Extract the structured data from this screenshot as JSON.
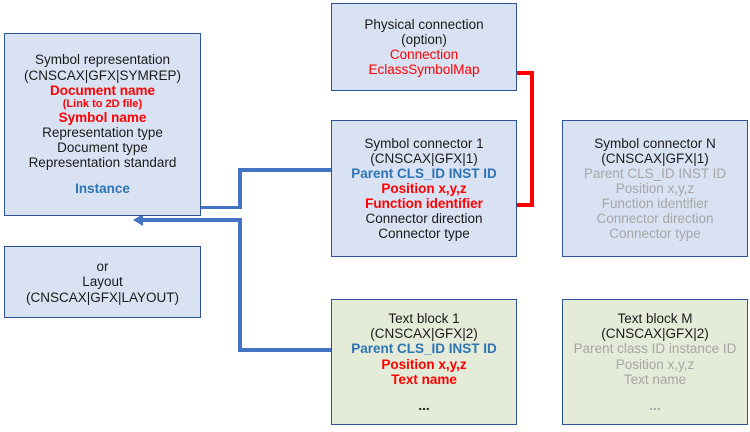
{
  "diagram": {
    "title": "Symbol representation structure diagram",
    "colors": {
      "box_blue_fill": "#D9E2F3",
      "box_green_fill": "#E4EBD8",
      "box_border": "#2E5395",
      "connector_blue": "#4472C4",
      "connector_red": "#FF0000",
      "text_black": "#1A1A1A",
      "text_red": "#FF0000",
      "text_blue": "#2E74B5",
      "text_gray": "#A6A6A6"
    }
  },
  "boxes": {
    "symbol_representation": {
      "name": "Symbol representation",
      "lines": [
        {
          "text": "Symbol representation",
          "color": "black",
          "size": "13"
        },
        {
          "text": "(CNSCAX|GFX|SYMREP)",
          "color": "black",
          "size": "13"
        },
        {
          "text": "Document name",
          "color": "red",
          "size": "13"
        },
        {
          "text": "(Link to 2D file)",
          "color": "red",
          "size": "11"
        },
        {
          "text": "Symbol name",
          "color": "red",
          "size": "13"
        },
        {
          "text": "Representation type",
          "color": "black",
          "size": "13"
        },
        {
          "text": "Document type",
          "color": "black",
          "size": "13"
        },
        {
          "text": "Representation standard",
          "color": "black",
          "size": "13"
        },
        {
          "text": "",
          "color": "black",
          "size": "13"
        },
        {
          "text": "Instance",
          "color": "blue",
          "size": "13"
        }
      ]
    },
    "layout": {
      "name": "Layout",
      "lines": [
        {
          "text": "or",
          "color": "black",
          "size": "13"
        },
        {
          "text": "Layout",
          "color": "black",
          "size": "13"
        },
        {
          "text": "(CNSCAX|GFX|LAYOUT)",
          "color": "black",
          "size": "13"
        }
      ]
    },
    "physical_connection": {
      "name": "Physical connection",
      "lines": [
        {
          "text": "Physical connection",
          "color": "black",
          "size": "13"
        },
        {
          "text": "(option)",
          "color": "black",
          "size": "13"
        },
        {
          "text": "Connection",
          "color": "red",
          "size": "13"
        },
        {
          "text": "EclassSymbolMap",
          "color": "red",
          "size": "13"
        }
      ]
    },
    "symbol_connector_1": {
      "name": "Symbol connector 1",
      "lines": [
        {
          "text": "Symbol connector 1",
          "color": "black",
          "size": "13"
        },
        {
          "text": "(CNSCAX|GFX|1)",
          "color": "black",
          "size": "13"
        },
        {
          "text": "Parent CLS_ID INST ID",
          "color": "blue",
          "size": "13"
        },
        {
          "text": "Position x,y,z",
          "color": "red",
          "size": "13"
        },
        {
          "text": "Function identifier",
          "color": "red",
          "size": "13"
        },
        {
          "text": "Connector direction",
          "color": "black",
          "size": "13"
        },
        {
          "text": "Connector type",
          "color": "black",
          "size": "13"
        }
      ]
    },
    "symbol_connector_n": {
      "name": "Symbol connector N",
      "lines": [
        {
          "text": "Symbol connector N",
          "color": "black",
          "size": "13"
        },
        {
          "text": "(CNSCAX|GFX|1)",
          "color": "black",
          "size": "13"
        },
        {
          "text": "Parent CLS_ID INST ID",
          "color": "gray",
          "size": "13"
        },
        {
          "text": "Position x,y,z",
          "color": "gray",
          "size": "13"
        },
        {
          "text": "Function identifier",
          "color": "gray",
          "size": "13"
        },
        {
          "text": "Connector direction",
          "color": "gray",
          "size": "13"
        },
        {
          "text": "Connector type",
          "color": "gray",
          "size": "13"
        }
      ]
    },
    "text_block_1": {
      "name": "Text block 1",
      "lines": [
        {
          "text": "Text block 1",
          "color": "black",
          "size": "13"
        },
        {
          "text": "(CNSCAX|GFX|2)",
          "color": "black",
          "size": "13"
        },
        {
          "text": "Parent CLS_ID INST ID",
          "color": "blue",
          "size": "13"
        },
        {
          "text": "Position x,y,z",
          "color": "red",
          "size": "13"
        },
        {
          "text": "Text name",
          "color": "red",
          "size": "13"
        },
        {
          "text": "...",
          "color": "black",
          "size": "13"
        }
      ]
    },
    "text_block_m": {
      "name": "Text block M",
      "lines": [
        {
          "text": "Text block M",
          "color": "black",
          "size": "13"
        },
        {
          "text": "(CNSCAX|GFX|2)",
          "color": "black",
          "size": "13"
        },
        {
          "text": "Parent class ID instance ID",
          "color": "gray",
          "size": "13"
        },
        {
          "text": "Position x,y,z",
          "color": "gray",
          "size": "13"
        },
        {
          "text": "Text name",
          "color": "gray",
          "size": "13"
        },
        {
          "text": "...",
          "color": "gray",
          "size": "13"
        }
      ]
    }
  },
  "connectors": [
    {
      "name": "connector-symbolconnector1-to-instance",
      "color": "#4472C4",
      "from": "Symbol connector 1 / Parent CLS_ID INST ID",
      "to": "Symbol representation / Instance"
    },
    {
      "name": "connector-textblock1-to-instance",
      "color": "#4472C4",
      "from": "Text block 1 / Parent CLS_ID INST ID",
      "to": "Symbol representation / Instance"
    },
    {
      "name": "connector-functionidentifier-to-eclasssymbolmap",
      "color": "#FF0000",
      "from": "Symbol connector 1 / Function identifier",
      "to": "Physical connection / EclassSymbolMap"
    }
  ]
}
